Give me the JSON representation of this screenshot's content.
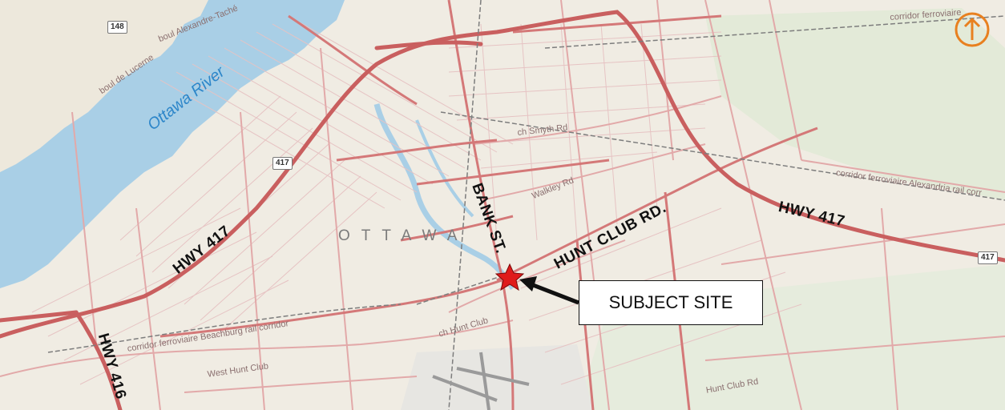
{
  "map": {
    "colors": {
      "land": "#f0ece3",
      "water": "#a9cfe6",
      "major_road": "#d47878",
      "minor_road": "#e2a9a9",
      "rail": "#7d7d7d",
      "north_arrow": "#e8801f",
      "marker": "#e01b1b"
    },
    "labels": {
      "ottawa_river": "Ottawa River",
      "ottawa": "OTTAWA",
      "bank_st": "BANK ST.",
      "hunt_club_rd": "HUNT CLUB RD.",
      "hwy_417_west": "HWY 417",
      "hwy_417_east": "HWY 417",
      "hwy_416": "HWY 416"
    },
    "minor_labels": {
      "boul_alexandre_tache": "boul Alexandre-Taché",
      "boul_de_lucerne": "boul de Lucerne",
      "ch_smyth_rd": "ch Smyth Rd",
      "walkley_rd": "Walkley Rd",
      "corridor_alexandria": "corridor ferroviaire Alexandria rail corr",
      "corridor_beachburg": "corridor ferroviaire Beachburg rail corridor",
      "corridor_top": "corridor ferroviaire",
      "ch_hunt_club": "ch Hunt Club",
      "west_hunt_club": "West Hunt Club",
      "hunt_club_rd_small": "Hunt Club Rd"
    },
    "shields": {
      "route_148": "148",
      "route_417_center": "417",
      "route_417_east": "417"
    },
    "callout": {
      "text": "SUBJECT SITE"
    },
    "north_arrow_icon": "north-arrow-icon",
    "marker_icon": "star-marker-icon"
  }
}
